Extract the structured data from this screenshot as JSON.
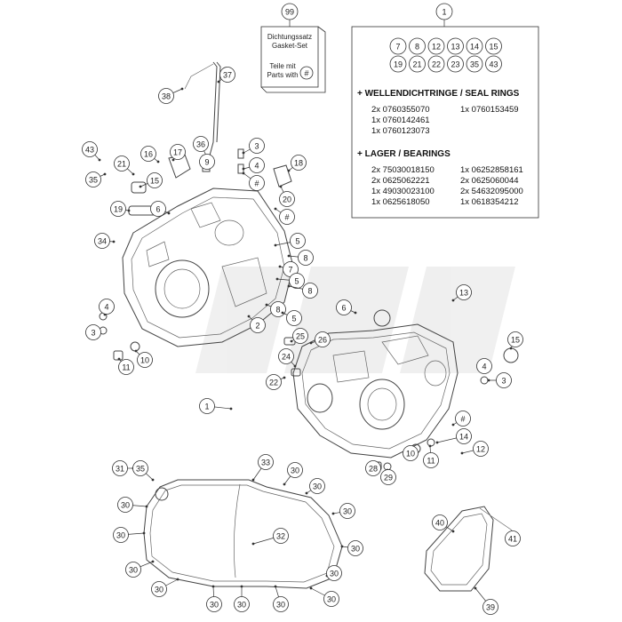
{
  "gasket_set": {
    "line1": "Dichtungssatz",
    "line2": "Gasket-Set",
    "line3": "Teile mit",
    "line4": "Parts with",
    "symbol": "#",
    "callout": "99"
  },
  "kit_box": {
    "callout": "1",
    "circled_parts": [
      "7",
      "8",
      "12",
      "13",
      "14",
      "15",
      "19",
      "21",
      "22",
      "23",
      "35",
      "43"
    ],
    "seal_rings": {
      "heading": "+ WELLENDICHTRINGE / SEAL RINGS",
      "left": [
        "2x 0760355070",
        "1x 0760142461",
        "1x 0760123073"
      ],
      "right": [
        "1x 0760153459"
      ]
    },
    "bearings": {
      "heading": "+ LAGER / BEARINGS",
      "left": [
        "2x 75030018150",
        "2x 0625062221",
        "1x 49030023100",
        "1x 0625618050"
      ],
      "right": [
        "1x 06252858161",
        "2x 0625060044",
        "2x 54632095000",
        "1x 0618354212"
      ]
    }
  },
  "callouts": {
    "c99": "99",
    "c1_box": "1",
    "c37": "37",
    "c38": "38",
    "c36": "36",
    "c3_top": "3",
    "c4_top": "4",
    "hash_top1": "#",
    "c18": "18",
    "c20": "20",
    "hash_top2": "#",
    "c43": "43",
    "c21": "21",
    "c16": "16",
    "c17": "17",
    "c9": "9",
    "c35": "35",
    "c15_l": "15",
    "c19": "19",
    "c6_l": "6",
    "c34": "34",
    "c5_a": "5",
    "c7": "7",
    "c8_a": "8",
    "c5_b": "5",
    "c8_b": "8",
    "c4_l": "4",
    "c3_l": "3",
    "c2": "2",
    "c8_c": "8",
    "c5_c": "5",
    "c11_l": "11",
    "c10_l": "10",
    "c13": "13",
    "c6_r": "6",
    "c25": "25",
    "c26": "26",
    "c15_r": "15",
    "c24": "24",
    "c4_r": "4",
    "c3_r": "3",
    "c22": "22",
    "c1_main": "1",
    "hash_r": "#",
    "c14": "14",
    "c12": "12",
    "c10_r": "10",
    "c11_r": "11",
    "c28": "28",
    "c29": "29",
    "c31": "31",
    "c35_b": "35",
    "c33": "33",
    "c30_a": "30",
    "c30_b": "30",
    "c30_c": "30",
    "c30_d": "30",
    "c30_e": "30",
    "c30_f": "30",
    "c30_g": "30",
    "c30_h": "30",
    "c30_i": "30",
    "c30_j": "30",
    "c30_k": "30",
    "c30_l": "30",
    "c30_m": "30",
    "c32": "32",
    "c40": "40",
    "c41": "41",
    "c39": "39"
  }
}
